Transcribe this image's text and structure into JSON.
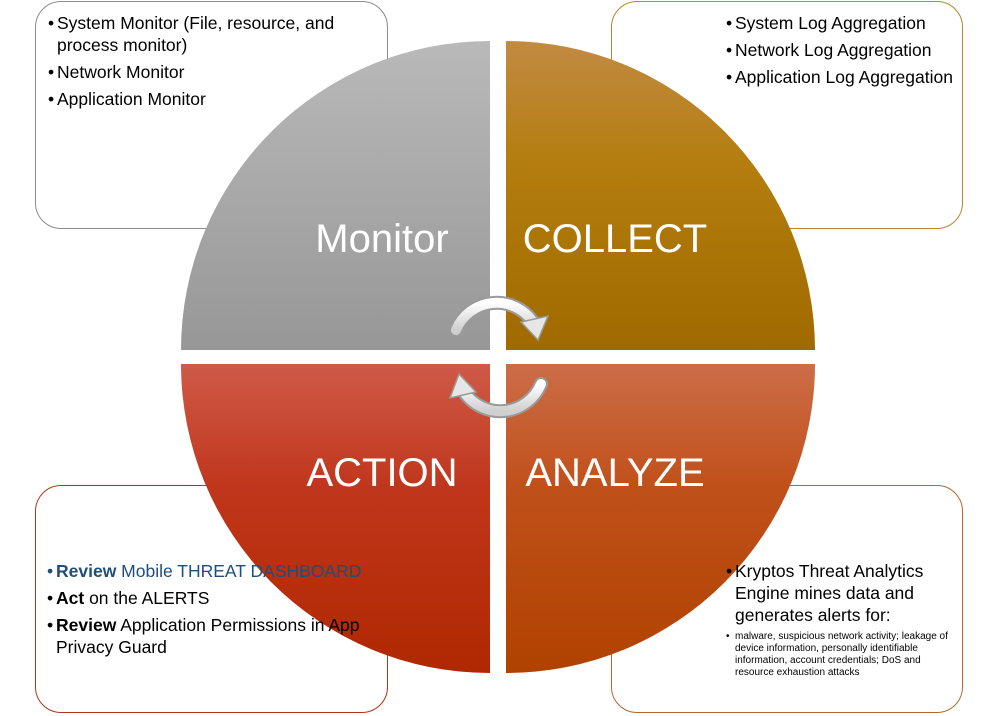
{
  "quadrants": {
    "monitor": {
      "title": "Monitor",
      "items": [
        "System Monitor (File, resource, and process monitor)",
        "Network Monitor",
        "Application Monitor"
      ]
    },
    "collect": {
      "title": "COLLECT",
      "items": [
        "System Log Aggregation",
        "Network Log Aggregation",
        "Application Log Aggregation"
      ]
    },
    "action": {
      "title": "ACTION",
      "items": [
        {
          "bold": "Review",
          "rest": " Mobile THREAT DASHBOARD"
        },
        {
          "bold": "Act",
          "rest": " on the ALERTS"
        },
        {
          "bold": "Review",
          "rest": " Application Permissions in App Privacy Guard"
        }
      ]
    },
    "analyze": {
      "title": "ANALYZE",
      "main": "Kryptos Threat Analytics Engine mines data and generates alerts for:",
      "subitem": "malware, suspicious network activity; leakage of device information, personally identifiable information, account credentials; DoS and resource exhaustion attacks"
    }
  },
  "colors": {
    "monitor": "#a6a6a6",
    "collect": "#b17b10",
    "action": "#c0361c",
    "analyze": "#c0501a",
    "review_link": "#1f4e79"
  },
  "icons": [
    "cycle-arrow-top-icon",
    "cycle-arrow-bottom-icon"
  ]
}
